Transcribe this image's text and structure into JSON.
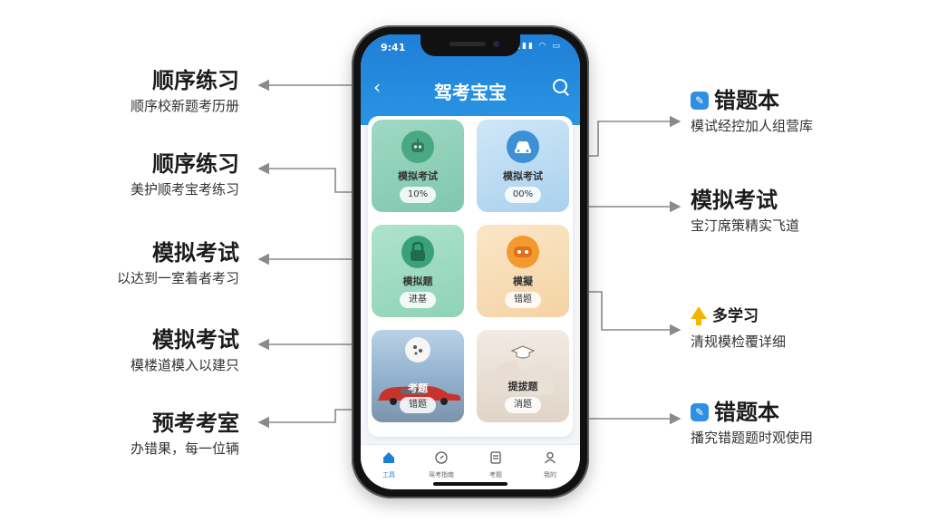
{
  "colors": {
    "accent": "#1f7fd6",
    "connector": "#8a8a8a"
  },
  "callouts_left": [
    {
      "title": "顺序练习",
      "sub": "顺序校新题考历册"
    },
    {
      "title": "顺序练习",
      "sub": "美护顺考宝考练习"
    },
    {
      "title": "模拟考试",
      "sub": "以达到一室着者考习"
    },
    {
      "title": "模拟考试",
      "sub": "模楼道模入以建只"
    },
    {
      "title": "预考考室",
      "sub": "办错果，每一位辆"
    }
  ],
  "callouts_right": [
    {
      "icon": "notebook-icon",
      "title": "错题本",
      "sub": "模试经控加人组营库"
    },
    {
      "icon": "",
      "title": "模拟考试",
      "sub": "宝汀席策精实飞道"
    },
    {
      "icon": "arrow-up-icon",
      "title": "多学习",
      "sub": "清规模检覆详细"
    },
    {
      "icon": "notebook-icon",
      "title": "错题本",
      "sub": "播究错题题时观使用"
    }
  ],
  "phone": {
    "status_time": "9:41",
    "status_icons": "▮▮▮ ◠ ▭",
    "back_icon": "chevron-left-icon",
    "app_title": "驾考宝宝",
    "search_icon": "search-icon",
    "cards": [
      {
        "label": "模拟考试",
        "pill": "10%",
        "icon": "robot-icon"
      },
      {
        "label": "模拟考试",
        "pill": "00%",
        "icon": "car-front-icon"
      },
      {
        "label": "模拟题",
        "pill": "进基",
        "icon": "lock-icon"
      },
      {
        "label": "模擬",
        "pill": "错题",
        "icon": "game-icon"
      },
      {
        "label": "考题",
        "pill": "错题",
        "icon": "photo-icon"
      },
      {
        "label": "提拔题",
        "pill": "消题",
        "icon": "cap-icon"
      }
    ],
    "tabs": [
      {
        "label": "工具",
        "icon": "home-icon"
      },
      {
        "label": "驾考指南",
        "icon": "compass-icon"
      },
      {
        "label": "考题",
        "icon": "list-icon"
      },
      {
        "label": "我的",
        "icon": "user-icon"
      }
    ]
  }
}
